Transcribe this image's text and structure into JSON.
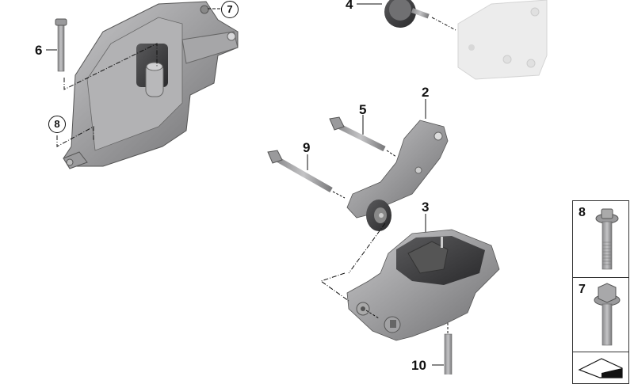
{
  "diagram": {
    "type": "exploded parts diagram",
    "subject": "engine / transmission mount assembly",
    "callouts": [
      {
        "id": "2",
        "label": "2",
        "part": "torque rod / pendulum support bracket"
      },
      {
        "id": "3",
        "label": "3",
        "part": "transmission mount"
      },
      {
        "id": "4",
        "label": "4",
        "part": "rubber mount bushing"
      },
      {
        "id": "5",
        "label": "5",
        "part": "bolt"
      },
      {
        "id": "6",
        "label": "6",
        "part": "bolt"
      },
      {
        "id": "7",
        "label": "7",
        "part": "hex flange bolt (circled reference)"
      },
      {
        "id": "8",
        "label": "8",
        "part": "torx flange bolt (circled reference)"
      },
      {
        "id": "9",
        "label": "9",
        "part": "long bolt"
      },
      {
        "id": "10",
        "label": "10",
        "part": "stud bolt"
      }
    ],
    "side_panel": {
      "items": [
        {
          "label": "8",
          "part": "torx flange bolt"
        },
        {
          "label": "7",
          "part": "hex flange bolt"
        },
        {
          "label": "",
          "part": "arrow / reference symbol"
        }
      ]
    },
    "colors": {
      "part_grey": "#9a9a9c",
      "part_dark": "#3a3a3c",
      "ghost_part": "#e8e8e8",
      "line": "#111111"
    }
  }
}
